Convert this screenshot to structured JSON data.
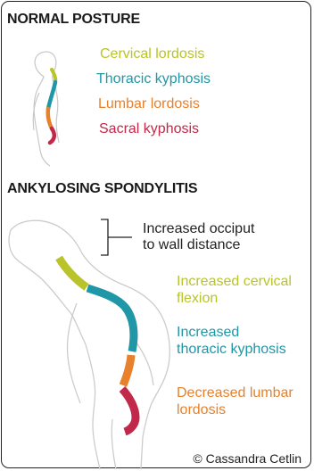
{
  "colors": {
    "cervical": "#b9c42a",
    "thoracic": "#1f97a6",
    "lumbar": "#e8812b",
    "sacral": "#c2284a",
    "body_outline": "#c8c8c8"
  },
  "normal": {
    "heading": "NORMAL POSTURE",
    "labels": [
      "Cervical lordosis",
      "Thoracic kyphosis",
      "Lumbar lordosis",
      "Sacral kyphosis"
    ]
  },
  "as": {
    "heading": "ANKYLOSING SPONDYLITIS",
    "occiput": [
      "Increased occiput",
      "to wall distance"
    ],
    "cervical": [
      "Increased cervical",
      "flexion"
    ],
    "thoracic": [
      "Increased",
      "thoracic kyphosis"
    ],
    "lumbar": [
      "Decreased lumbar",
      "lordosis"
    ]
  },
  "credit": "© Cassandra Cetlin"
}
